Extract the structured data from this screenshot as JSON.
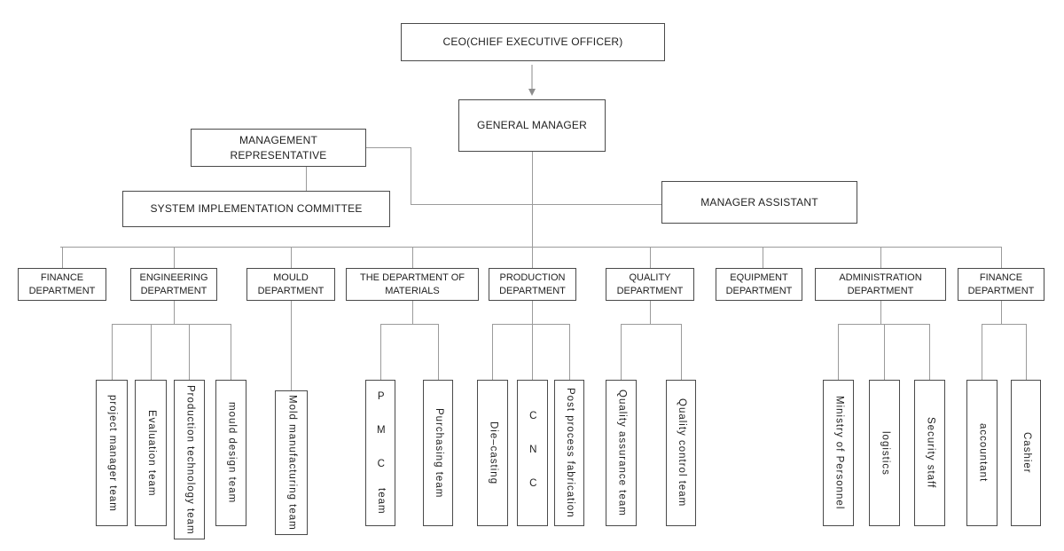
{
  "diagram": {
    "type": "org-chart",
    "colors": {
      "background": "#ffffff",
      "box_border": "#4a4a4a",
      "connector": "#9b9b9b",
      "arrow_line": "#c4c4c4",
      "arrow_head": "#8d8d8d",
      "text": "#1e1e1e"
    },
    "nodes": {
      "ceo": {
        "label": "CEO(CHIEF EXECUTIVE OFFICER)"
      },
      "general_manager": {
        "label": "GENERAL MANAGER"
      },
      "management_representative": {
        "label": "MANAGEMENT REPRESENTATIVE"
      },
      "system_implementation_committee": {
        "label": "SYSTEM IMPLEMENTATION COMMITTEE"
      },
      "manager_assistant": {
        "label": "MANAGER ASSISTANT"
      },
      "finance_department_left": {
        "label": "FINANCE DEPARTMENT"
      },
      "engineering_department": {
        "label": "ENGINEERING DEPARTMENT"
      },
      "mould_department": {
        "label": "MOULD DEPARTMENT"
      },
      "department_of_materials": {
        "label": "THE DEPARTMENT OF MATERIALS"
      },
      "production_department": {
        "label": "PRODUCTION DEPARTMENT"
      },
      "quality_department": {
        "label": "QUALITY DEPARTMENT"
      },
      "equipment_department": {
        "label": "EQUIPMENT DEPARTMENT"
      },
      "administration_department": {
        "label": "ADMINISTRATION DEPARTMENT"
      },
      "finance_department_right": {
        "label": "FINANCE DEPARTMENT"
      },
      "project_manager_team": {
        "label": "project manager team"
      },
      "evaluation_team": {
        "label": "Evaluation team"
      },
      "production_technology_team": {
        "label": "Production technology team"
      },
      "mould_design_team": {
        "label": "mould design team"
      },
      "mold_manufacturing_team": {
        "label": "Mold manufacturing team"
      },
      "pmc_team": {
        "letters": "P M C",
        "word": "team"
      },
      "purchasing_team": {
        "label": "Purchasing team"
      },
      "die_casting": {
        "label": "Die–casting"
      },
      "cnc": {
        "letters": "C N C"
      },
      "post_process_fabrication": {
        "label": "Post process fabrication"
      },
      "quality_assurance_team": {
        "label": "Quality assurance team"
      },
      "quality_control_team": {
        "label": "Quality control team"
      },
      "ministry_of_personnel": {
        "label": "Ministry of Personnel"
      },
      "logistics": {
        "label": "logistics"
      },
      "security_staff": {
        "label": "Security staff"
      },
      "accountant": {
        "label": "accountant"
      },
      "cashier": {
        "label": "Cashier"
      }
    },
    "edges": [
      [
        "ceo",
        "general_manager"
      ],
      [
        "general_manager",
        "management_representative"
      ],
      [
        "management_representative",
        "system_implementation_committee"
      ],
      [
        "general_manager",
        "manager_assistant"
      ],
      [
        "general_manager",
        "finance_department_left"
      ],
      [
        "general_manager",
        "engineering_department"
      ],
      [
        "general_manager",
        "mould_department"
      ],
      [
        "general_manager",
        "department_of_materials"
      ],
      [
        "general_manager",
        "production_department"
      ],
      [
        "general_manager",
        "quality_department"
      ],
      [
        "general_manager",
        "equipment_department"
      ],
      [
        "general_manager",
        "administration_department"
      ],
      [
        "general_manager",
        "finance_department_right"
      ],
      [
        "engineering_department",
        "project_manager_team"
      ],
      [
        "engineering_department",
        "evaluation_team"
      ],
      [
        "engineering_department",
        "production_technology_team"
      ],
      [
        "engineering_department",
        "mould_design_team"
      ],
      [
        "mould_department",
        "mold_manufacturing_team"
      ],
      [
        "department_of_materials",
        "pmc_team"
      ],
      [
        "department_of_materials",
        "purchasing_team"
      ],
      [
        "production_department",
        "die_casting"
      ],
      [
        "production_department",
        "cnc"
      ],
      [
        "production_department",
        "post_process_fabrication"
      ],
      [
        "quality_department",
        "quality_assurance_team"
      ],
      [
        "quality_department",
        "quality_control_team"
      ],
      [
        "administration_department",
        "ministry_of_personnel"
      ],
      [
        "administration_department",
        "logistics"
      ],
      [
        "administration_department",
        "security_staff"
      ],
      [
        "finance_department_right",
        "accountant"
      ],
      [
        "finance_department_right",
        "cashier"
      ]
    ]
  }
}
